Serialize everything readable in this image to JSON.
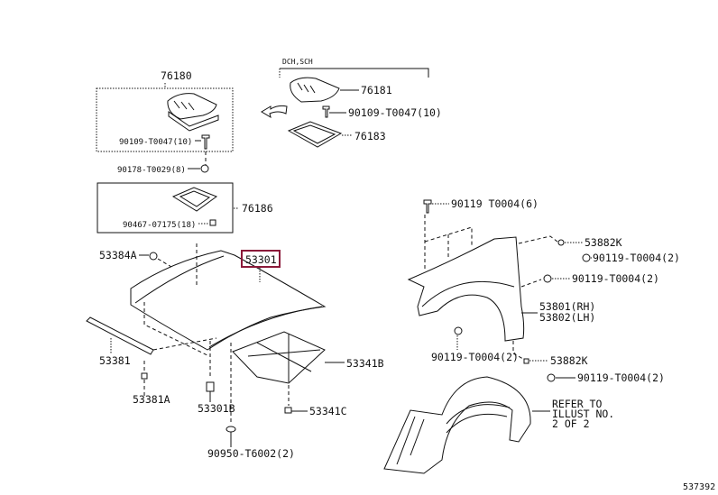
{
  "diagram": {
    "variant_label": "DCH,SCH",
    "highlight_color": "#8b1a3a",
    "labels": {
      "p76180": "76180",
      "p90109_left": "90109-T0047(10)",
      "p90178": "90178-T0029(8)",
      "p76186": "76186",
      "p90467": "90467-07175(18)",
      "p76181": "76181",
      "p90109_right": "90109-T0047(10)",
      "p76183": "76183",
      "p53384A": "53384A",
      "p53301": "53301",
      "p53381": "53381",
      "p53381A": "53381A",
      "p53301B": "53301B",
      "p90950": "90950-T6002(2)",
      "p53341B": "53341B",
      "p53341C": "53341C",
      "p90119_6": "90119 T0004(6)",
      "p53882K_top": "53882K",
      "p90119_a": "90119-T0004(2)",
      "p90119_b": "90119-T0004(2)",
      "p53801": "53801(RH)",
      "p53802": "53802(LH)",
      "p90119_c": "90119-T0004(2)",
      "p53882K_bot": "53882K",
      "p90119_d": "90119-T0004(2)"
    },
    "refer": [
      "REFER TO",
      "ILLUST NO.",
      "2 OF 2"
    ],
    "figure_id": "537392"
  }
}
